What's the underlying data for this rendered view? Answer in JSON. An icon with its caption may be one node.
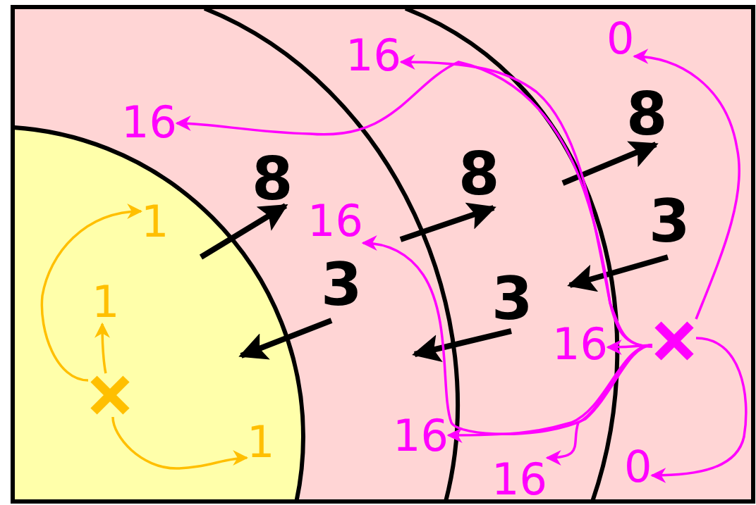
{
  "diagram": {
    "nodes": [
      {
        "text": [
          "0"
        ]
      },
      {
        "text": [
          "16"
        ]
      },
      {
        "text": [
          "16"
        ]
      },
      {
        "text": [
          "1"
        ]
      },
      {
        "text": [
          "16"
        ]
      },
      {
        "text": [
          "1"
        ]
      },
      {
        "text": [
          "16"
        ]
      },
      {
        "text": [],
        "shape": "cross"
      },
      {
        "text": [],
        "shape": "cross"
      },
      {
        "text": [
          "16"
        ]
      },
      {
        "text": [
          "1"
        ]
      },
      {
        "text": [
          "0"
        ]
      },
      {
        "text": [
          "16"
        ]
      }
    ],
    "edges": [
      {
        "from": 8,
        "to": 3,
        "arrow": "to",
        "color": "#ffbf00"
      },
      {
        "from": 8,
        "to": 5,
        "arrow": "to",
        "color": "#ffbf00"
      },
      {
        "from": 8,
        "to": 10,
        "arrow": "to",
        "color": "#ffbf00"
      },
      {
        "from": 7,
        "to": 0,
        "arrow": "to"
      },
      {
        "from": 7,
        "to": 1,
        "arrow": "to"
      },
      {
        "from": 7,
        "to": 2,
        "arrow": "to"
      },
      {
        "from": 7,
        "to": 4,
        "arrow": "to"
      },
      {
        "from": 7,
        "to": 6,
        "arrow": "to"
      },
      {
        "from": 7,
        "to": 9,
        "arrow": "to"
      },
      {
        "from": 7,
        "to": 12,
        "arrow": "to"
      },
      {
        "from": 7,
        "to": 11,
        "arrow": "to"
      }
    ],
    "labels": [
      "8",
      "8",
      "8",
      "3",
      "3",
      "3"
    ]
  }
}
